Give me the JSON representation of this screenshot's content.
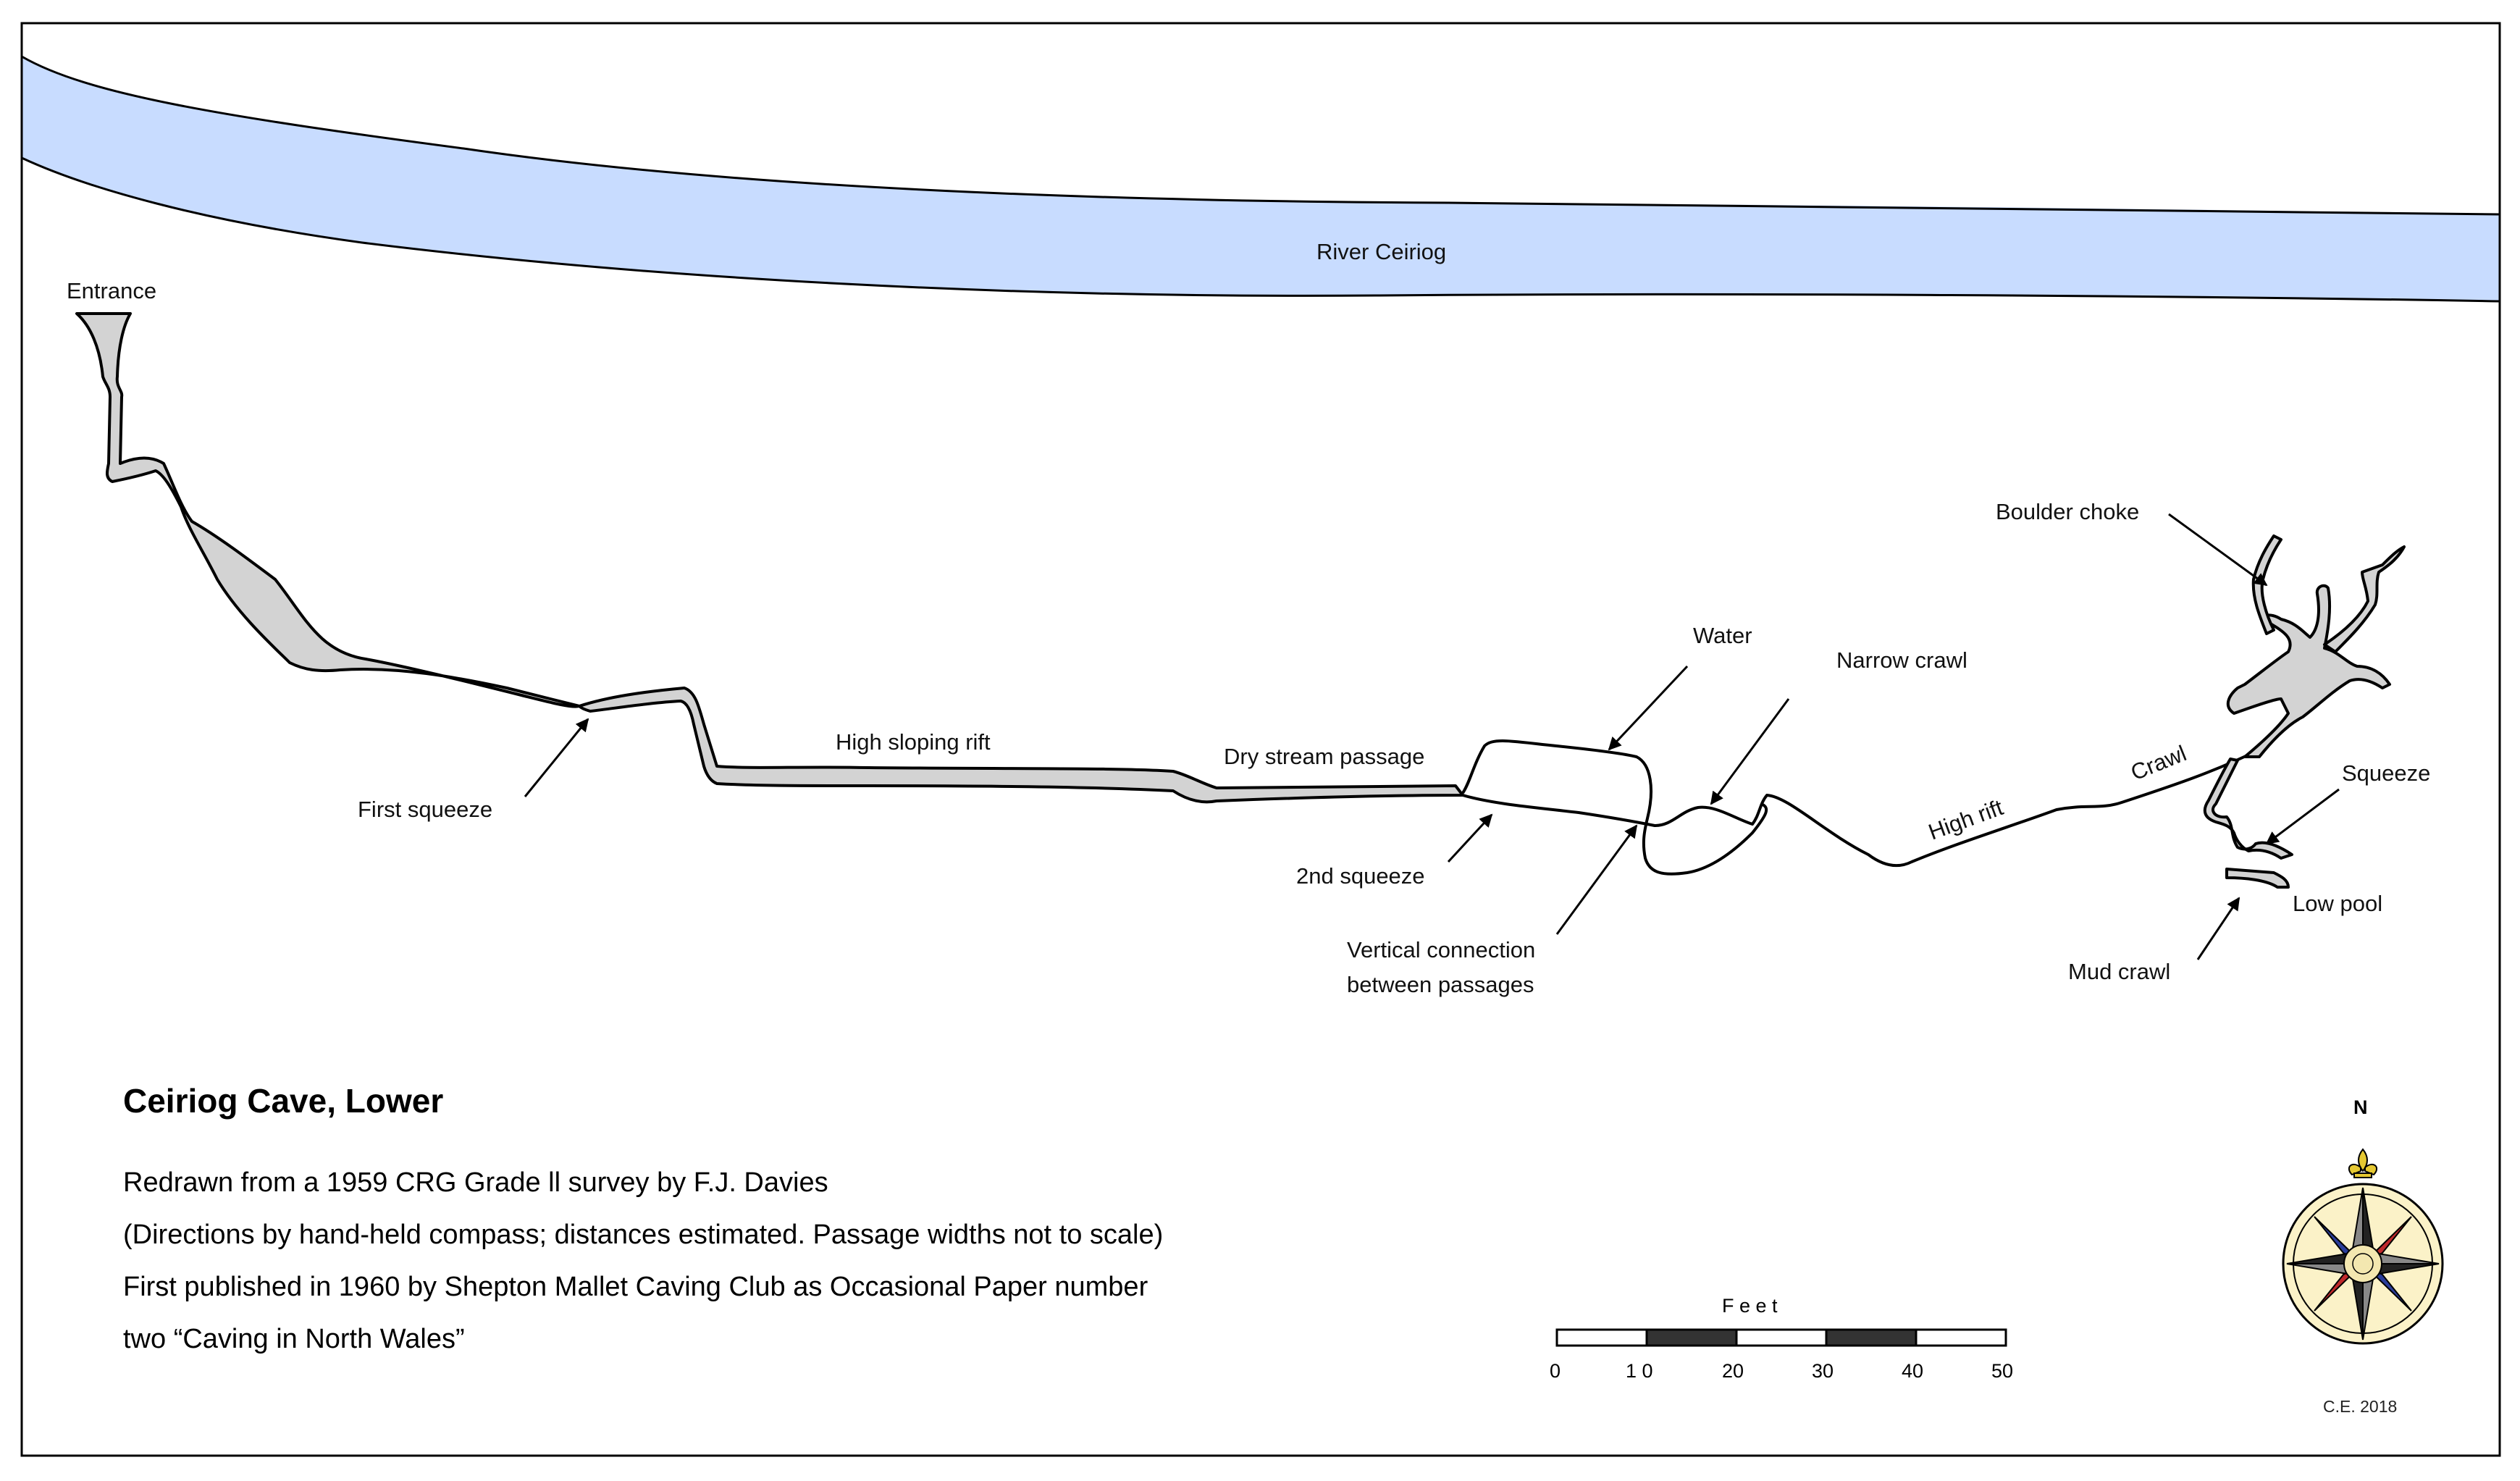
{
  "river": {
    "name": "River Ceiriog",
    "color": "#c8dcff"
  },
  "cave_fill_color": "#d3d3d3",
  "labels": {
    "entrance": "Entrance",
    "first_squeeze": "First squeeze",
    "high_sloping_rift": "High sloping rift",
    "dry_stream_passage": "Dry stream passage",
    "water": "Water",
    "narrow_crawl": "Narrow crawl",
    "second_squeeze": "2nd squeeze",
    "vertical_connection_1": "Vertical connection",
    "vertical_connection_2": "between passages",
    "high_rift": "High rift",
    "crawl": "Crawl",
    "boulder_choke": "Boulder choke",
    "squeeze": "Squeeze",
    "low_pool": "Low pool",
    "mud_crawl": "Mud crawl"
  },
  "title": "Ceiriog Cave, Lower",
  "notes": [
    "Redrawn from a 1959 CRG Grade ll survey by F.J. Davies",
    "(Directions by hand-held compass; distances estimated. Passage widths not to scale)",
    "First published in 1960 by Shepton Mallet Caving Club as Occasional Paper number",
    "two “Caving in North Wales”"
  ],
  "scale_bar": {
    "unit": "F e e t",
    "ticks": [
      "0",
      "1 0",
      "20",
      "30",
      "40",
      "50"
    ]
  },
  "compass": {
    "north_label": "N"
  },
  "credit": "C.E. 2018"
}
